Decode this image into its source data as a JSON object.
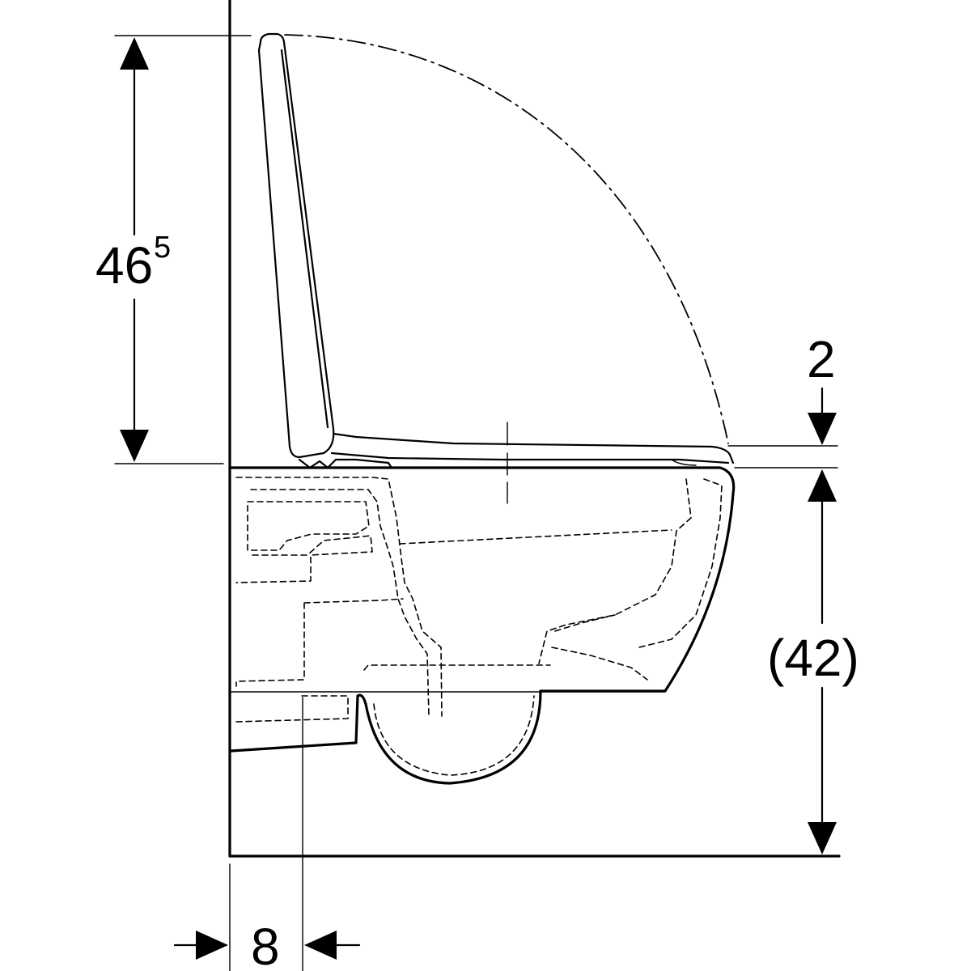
{
  "dimensions": {
    "lid_height": {
      "main": "46",
      "superscript": "5"
    },
    "seat_gap": "2",
    "bowl_height": "(42)",
    "wall_offset": "8"
  },
  "colors": {
    "ink": "#000000",
    "background": "#ffffff"
  }
}
